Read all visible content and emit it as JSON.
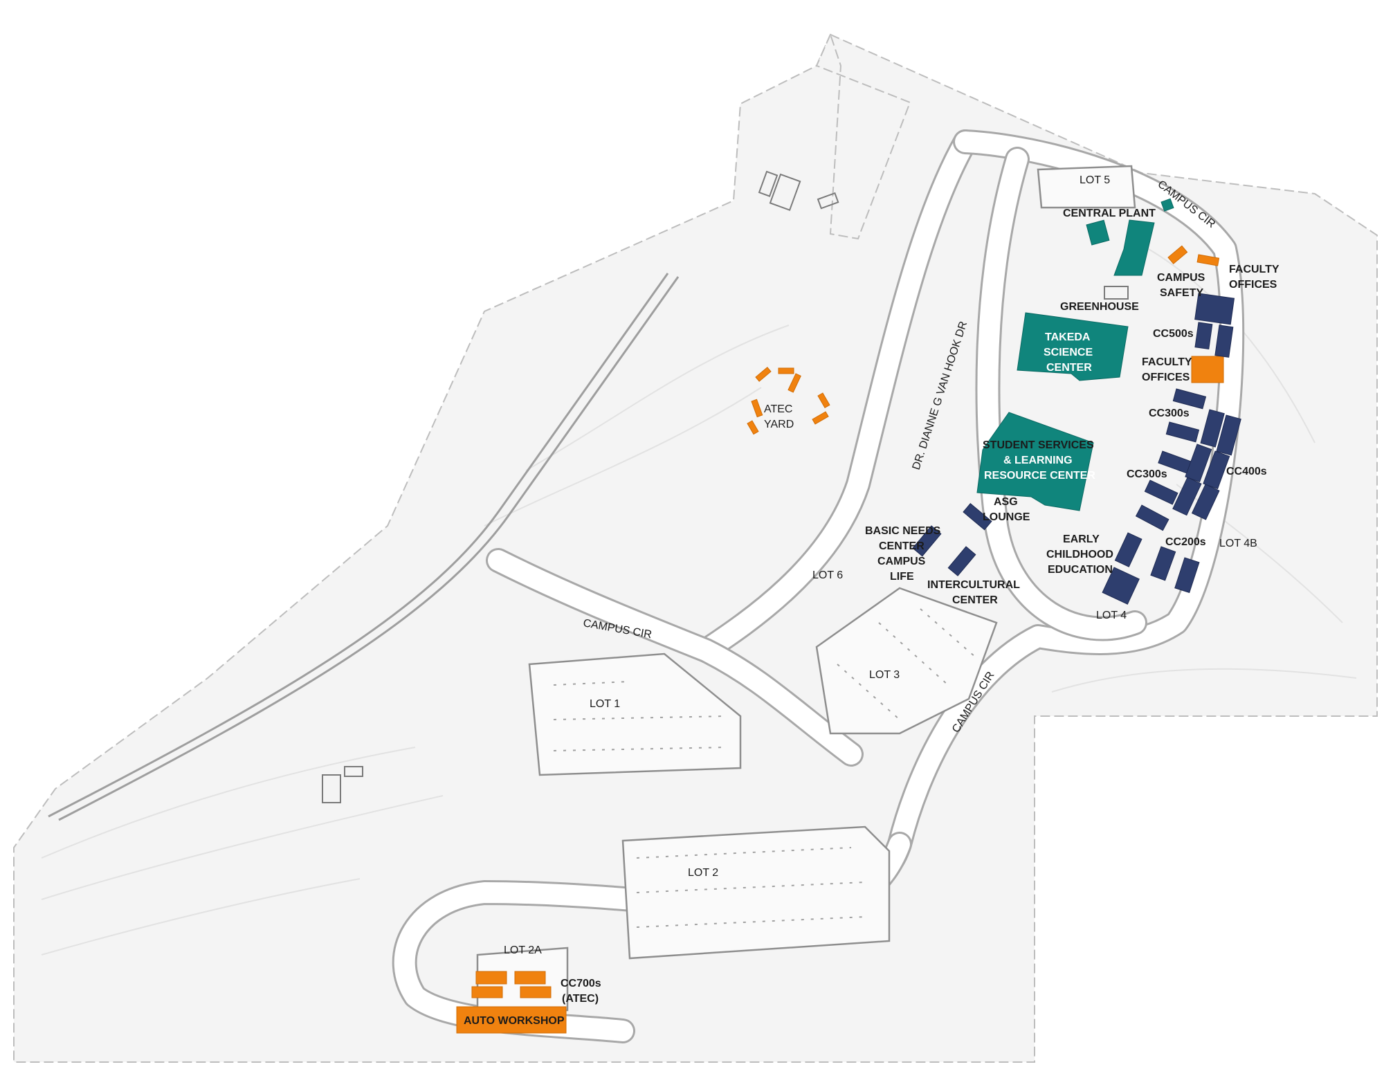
{
  "map": {
    "roads": {
      "campus_cir_top": "CAMPUS CIR",
      "campus_cir_west": "CAMPUS CIR",
      "campus_cir_south": "CAMPUS CIR",
      "van_hook_dr": "DR. DIANNE G VAN HOOK DR"
    },
    "lots": {
      "lot1": "LOT 1",
      "lot2": "LOT 2",
      "lot2a": "LOT 2A",
      "lot3": "LOT 3",
      "lot4": "LOT 4",
      "lot4b": "LOT 4B",
      "lot5": "LOT 5",
      "lot6": "LOT 6"
    },
    "buildings": {
      "central_plant": "CENTRAL PLANT",
      "greenhouse": "GREENHOUSE",
      "campus_safety_1": "CAMPUS",
      "campus_safety_2": "SAFETY",
      "faculty_offices_top_1": "FACULTY",
      "faculty_offices_top_2": "OFFICES",
      "faculty_offices_mid_1": "FACULTY",
      "faculty_offices_mid_2": "OFFICES",
      "takeda_1": "TAKEDA",
      "takeda_2": "SCIENCE",
      "takeda_3": "CENTER",
      "cc500": "CC500s",
      "cc300_top": "CC300s",
      "cc300_bottom": "CC300s",
      "cc400": "CC400s",
      "cc200": "CC200s",
      "student_services_1": "STUDENT SERVICES",
      "student_services_2": "& LEARNING",
      "student_services_3": "RESOURCE CENTER",
      "asg_1": "ASG",
      "asg_2": "LOUNGE",
      "basic_needs_1": "BASIC NEEDS",
      "basic_needs_2": "CENTER",
      "campus_life_1": "CAMPUS",
      "campus_life_2": "LIFE",
      "intercultural_1": "INTERCULTURAL",
      "intercultural_2": "CENTER",
      "early_childhood_1": "EARLY",
      "early_childhood_2": "CHILDHOOD",
      "early_childhood_3": "EDUCATION",
      "atec_yard_1": "ATEC",
      "atec_yard_2": "YARD",
      "cc700_1": "CC700s",
      "cc700_2": "(ATEC)",
      "auto_workshop": "AUTO WORKSHOP"
    },
    "colors": {
      "navy": "#2e3e6e",
      "teal": "#10857c",
      "orange": "#f0820f"
    }
  }
}
